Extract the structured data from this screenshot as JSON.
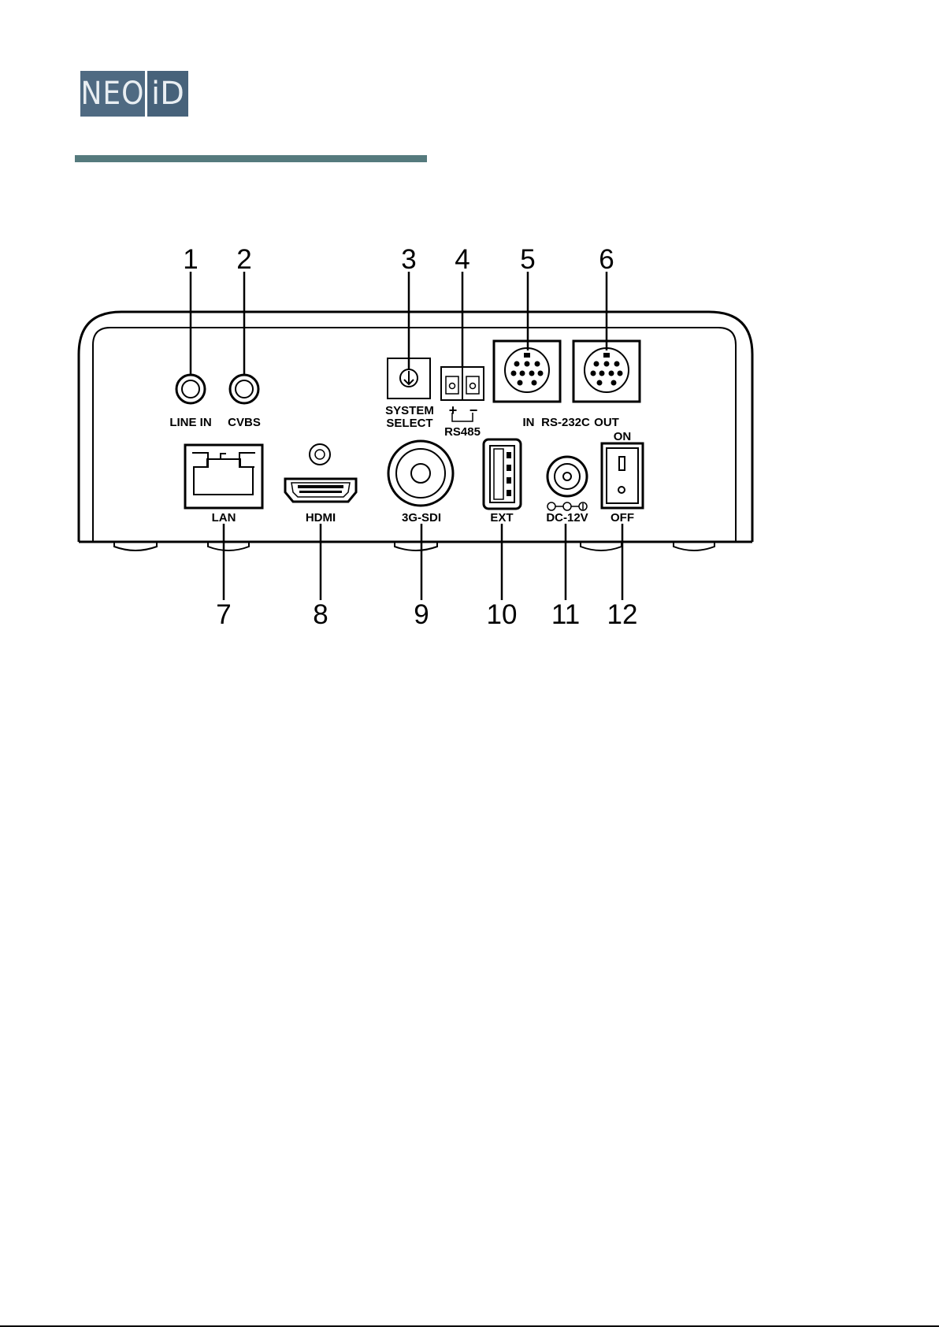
{
  "logo": {
    "left_text": "NEO",
    "right_text": "iD",
    "colors": {
      "left": "#4f6a82",
      "right": "#47627a"
    }
  },
  "header_rule_color": "#557a7d",
  "diagram": {
    "callouts_top": [
      "1",
      "2",
      "3",
      "4",
      "5",
      "6"
    ],
    "callouts_bottom": [
      "7",
      "8",
      "9",
      "10",
      "11",
      "12"
    ],
    "labels": {
      "line_in": "LINE IN",
      "cvbs": "CVBS",
      "system": "SYSTEM",
      "select": "SELECT",
      "plus": "+",
      "minus": "−",
      "rs485": "RS485",
      "in": "IN",
      "rs232c": "RS-232C",
      "out": "OUT",
      "on": "ON",
      "off": "OFF",
      "lan": "LAN",
      "hdmi": "HDMI",
      "sdi": "3G-SDI",
      "ext": "EXT",
      "dc": "DC-12V"
    }
  }
}
